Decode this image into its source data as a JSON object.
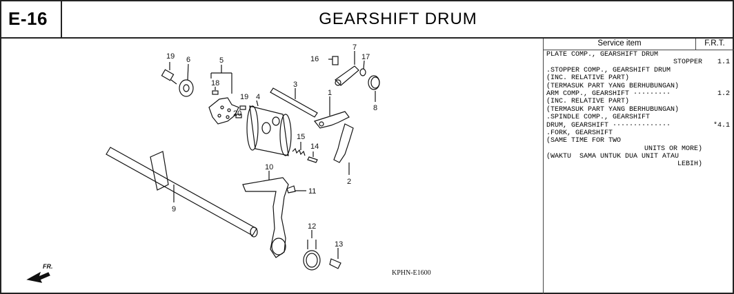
{
  "header": {
    "code": "E-16",
    "title": "GEARSHIFT DRUM"
  },
  "diagram": {
    "catalog_code": "KPHN-E1600",
    "front_marker": "FR.",
    "part_numbers": [
      "1",
      "2",
      "3",
      "4",
      "5",
      "6",
      "7",
      "8",
      "9",
      "10",
      "11",
      "12",
      "13",
      "14",
      "15",
      "16",
      "17",
      "18",
      "19",
      "19",
      "20"
    ]
  },
  "service": {
    "header_item": "Service item",
    "header_frt": "F.R.T.",
    "lines": [
      {
        "text": "PLATE COMP., GEARSHIFT DRUM",
        "value": ""
      },
      {
        "text": "STOPPER",
        "value": "1.1",
        "right": true
      },
      {
        "text": ".STOPPER COMP., GEARSHIFT DRUM",
        "value": ""
      },
      {
        "text": "(INC. RELATIVE PART)",
        "value": ""
      },
      {
        "text": "(TERMASUK PART YANG BERHUBUNGAN)",
        "value": ""
      },
      {
        "text": "ARM COMP., GEARSHIFT ·········",
        "value": "1.2"
      },
      {
        "text": "(INC. RELATIVE PART)",
        "value": ""
      },
      {
        "text": "(TERMASUK PART YANG BERHUBUNGAN)",
        "value": ""
      },
      {
        "text": ".SPINDLE COMP., GEARSHIFT",
        "value": ""
      },
      {
        "text": "DRUM, GEARSHIFT ··············",
        "value": "*4.1"
      },
      {
        "text": ".FORK, GEARSHIFT",
        "value": ""
      },
      {
        "text": "(SAME TIME FOR TWO",
        "value": ""
      },
      {
        "text": "UNITS OR MORE)",
        "value": "",
        "right": true
      },
      {
        "text": "(WAKTU  SAMA UNTUK DUA UNIT ATAU",
        "value": ""
      },
      {
        "text": "LEBIH)",
        "value": "",
        "right": true
      }
    ]
  }
}
